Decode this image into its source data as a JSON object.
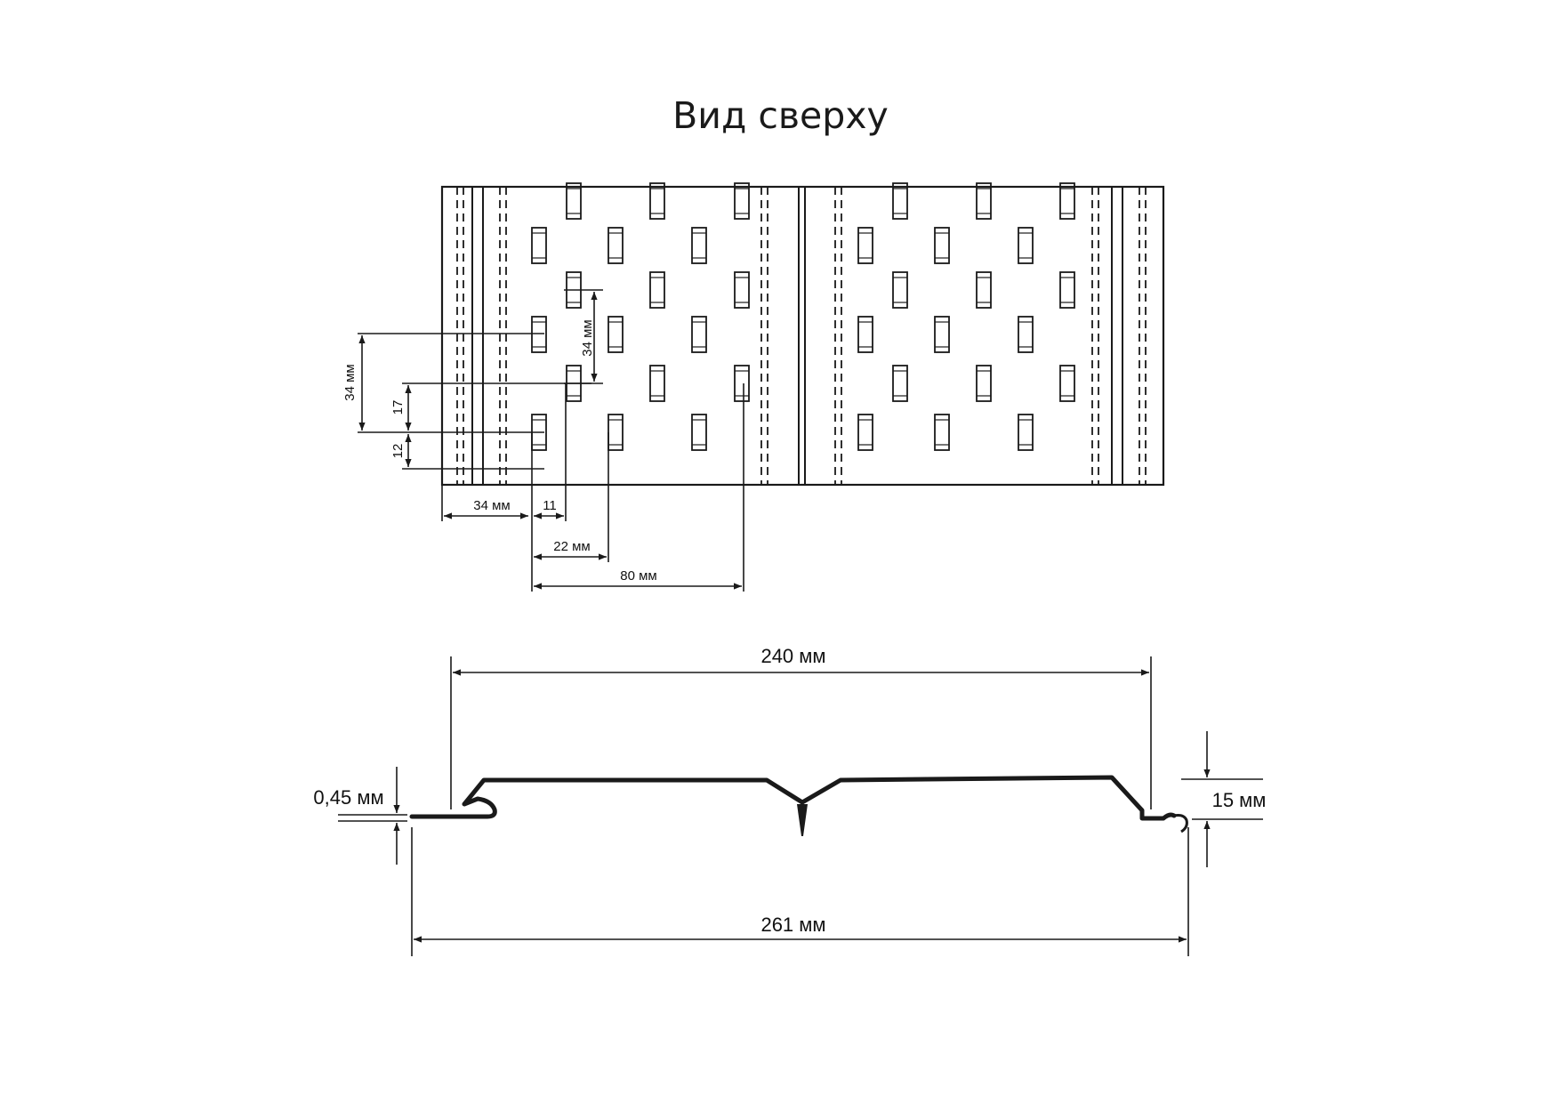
{
  "title": "Вид сверху",
  "top_view_dimensions": {
    "rows_pitch": "34 мм",
    "pitch_left": "34 мм",
    "offset_17": "17",
    "offset_12": "12",
    "edge_34": "34 мм",
    "slot_11": "11",
    "step_22": "22 мм",
    "step_80": "80 мм"
  },
  "profile_dimensions": {
    "working_width": "240 мм",
    "total_width": "261 мм",
    "thickness": "0,45 мм",
    "height": "15 мм"
  },
  "colors": {
    "line": "#1a1a1a",
    "background": "#ffffff"
  }
}
